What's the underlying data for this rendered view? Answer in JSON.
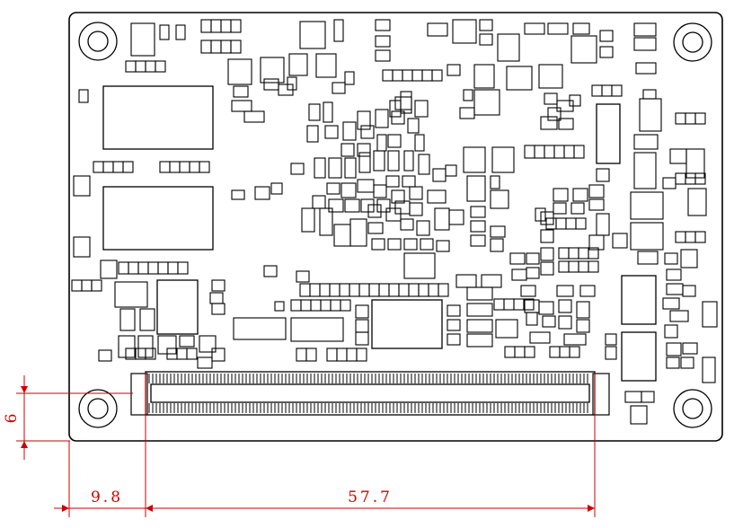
{
  "dimensions": {
    "vertical_offset": "6",
    "left_offset": "9.8",
    "connector_span": "57.7"
  },
  "colors": {
    "outline": "#000000",
    "dimension": "#cc0000",
    "background": "#ffffff"
  }
}
